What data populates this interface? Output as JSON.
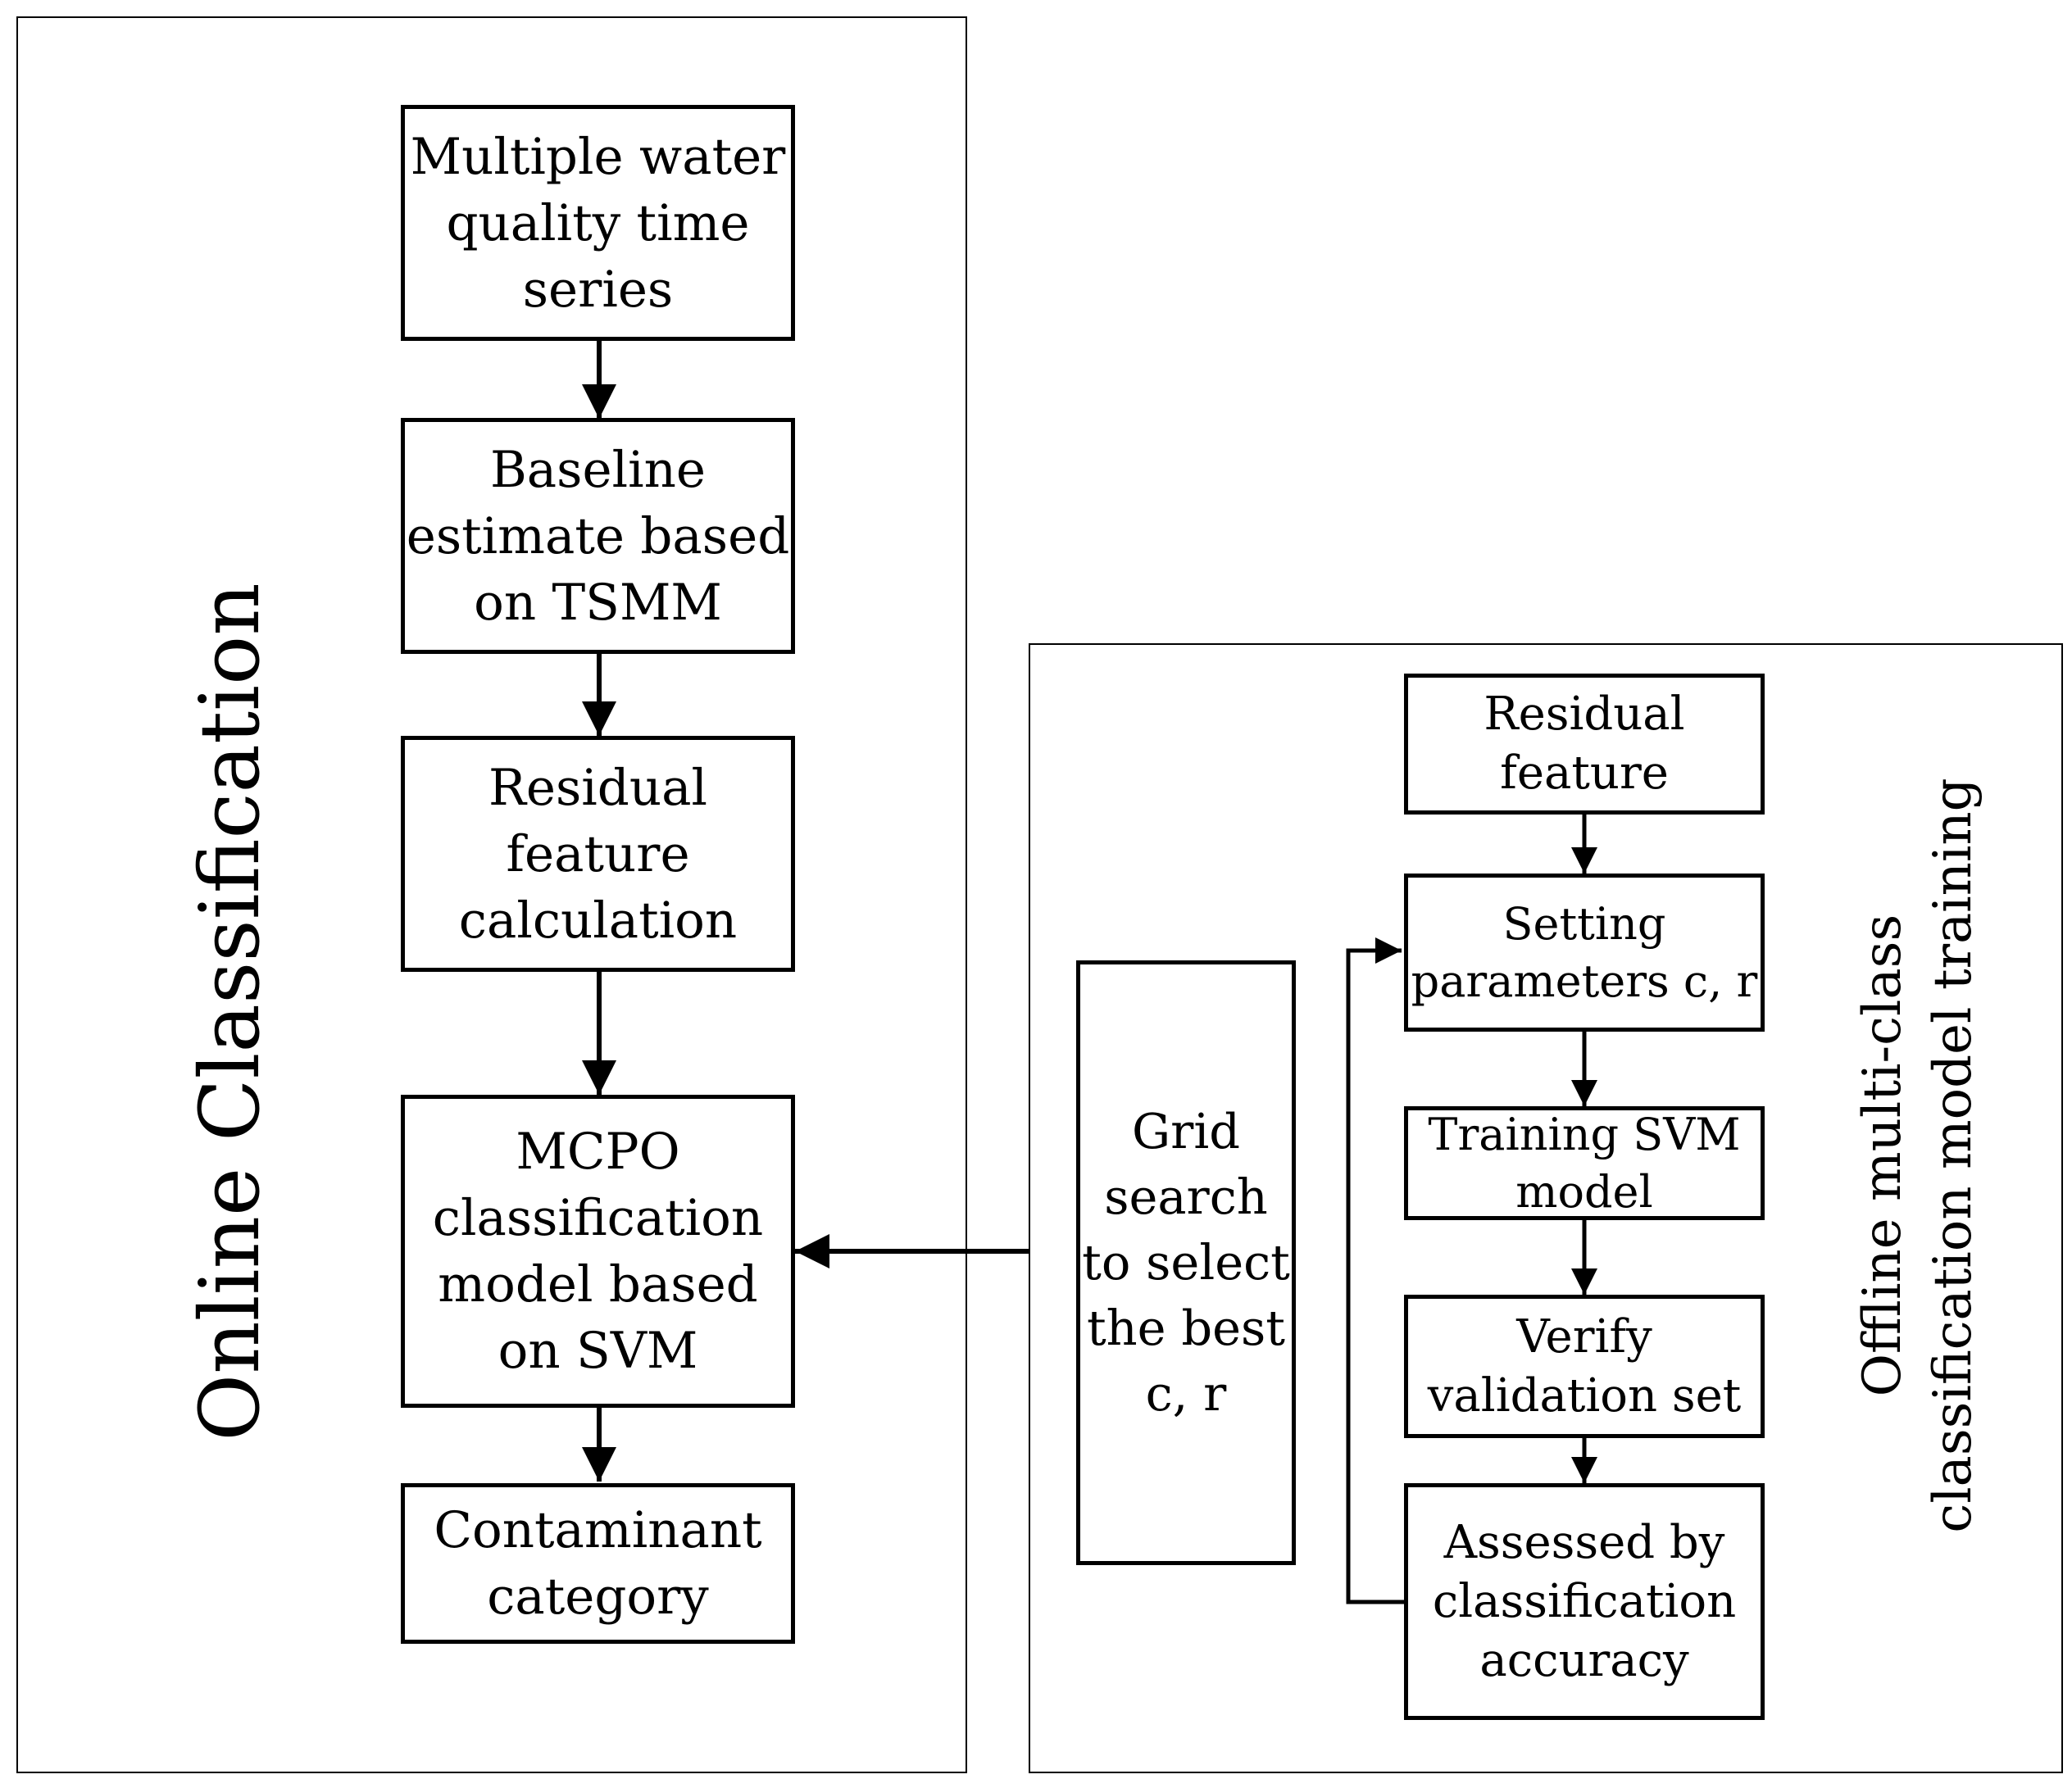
{
  "online_panel": {
    "title": "Online Classification",
    "steps": [
      [
        "Multiple water",
        "quality time",
        "series"
      ],
      [
        "Baseline",
        "estimate based",
        "on TSMM"
      ],
      [
        "Residual",
        "feature",
        "calculation"
      ],
      [
        "MCPO",
        "classification",
        "model based",
        "on SVM"
      ],
      [
        "Contaminant",
        "category"
      ]
    ]
  },
  "offline_panel": {
    "title": [
      "Offline multi-class",
      "classification model training"
    ],
    "steps": [
      [
        "Residual",
        "feature"
      ],
      [
        "Setting",
        "parameters c, r"
      ],
      [
        "Training SVM",
        "model"
      ],
      [
        "Verify",
        "validation set"
      ],
      [
        "Assessed by",
        "classification",
        "accuracy"
      ]
    ],
    "grid_search": [
      "Grid",
      "search",
      "to select",
      "the best",
      "c, r"
    ]
  }
}
